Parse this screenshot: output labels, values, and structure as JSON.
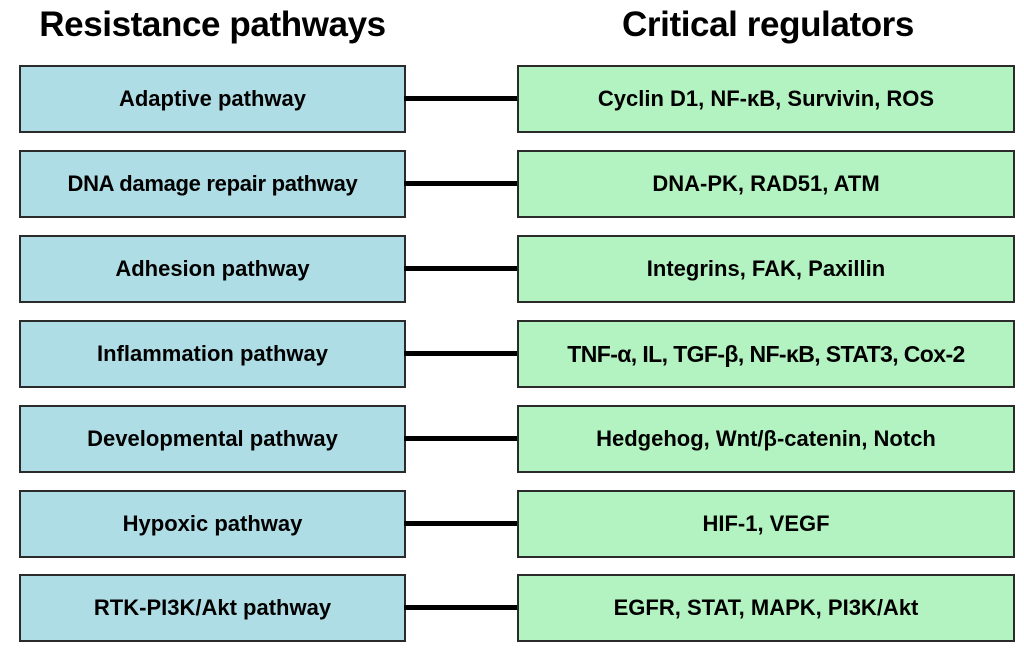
{
  "headers": {
    "left": "Resistance pathways",
    "right": "Critical regulators"
  },
  "colors": {
    "pathway_box_fill": "#AFDDE5",
    "regulator_box_fill": "#B3F3C1",
    "box_border": "#2B2B2B",
    "connector": "#000000",
    "background": "#FFFFFF",
    "text": "#000000"
  },
  "rows": [
    {
      "pathway": "Adaptive pathway",
      "regulators": "Cyclin D1, NF-κB, Survivin, ROS"
    },
    {
      "pathway": "DNA damage repair pathway",
      "regulators": "DNA-PK, RAD51, ATM"
    },
    {
      "pathway": "Adhesion pathway",
      "regulators": "Integrins, FAK, Paxillin"
    },
    {
      "pathway": "Inflammation pathway",
      "regulators": "TNF-α, IL, TGF-β, NF-κB, STAT3, Cox-2"
    },
    {
      "pathway": "Developmental pathway",
      "regulators": "Hedgehog, Wnt/β-catenin, Notch"
    },
    {
      "pathway": "Hypoxic pathway",
      "regulators": "HIF-1, VEGF"
    },
    {
      "pathway": "RTK-PI3K/Akt pathway",
      "regulators": "EGFR, STAT, MAPK, PI3K/Akt"
    }
  ]
}
